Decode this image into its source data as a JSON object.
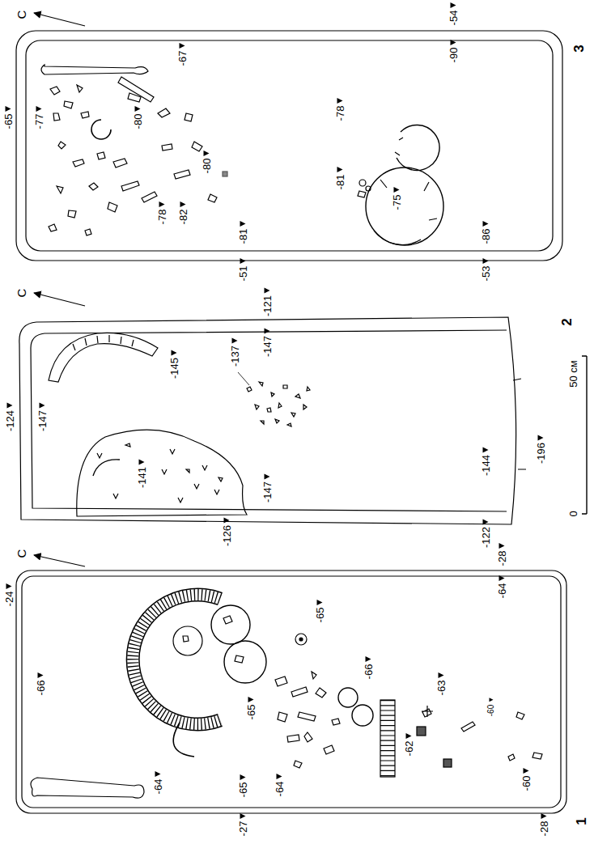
{
  "diagram": {
    "labels": [
      "С",
      "3",
      "-65",
      "-77",
      "-67",
      "-80",
      "-80",
      "-78",
      "-82",
      "-54",
      "-90",
      "-78",
      "-81",
      "-75",
      "-81",
      "-51",
      "-86",
      "-53",
      "С",
      "2",
      "-124",
      "-147",
      "-145",
      "-121",
      "-147",
      "-137",
      "-141",
      "-126",
      "-147",
      "-144",
      "-196",
      "-122",
      "50 см",
      "0",
      "С",
      "1",
      "-24",
      "-66",
      "-64",
      "-27",
      "-65",
      "-65",
      "-65",
      "-64",
      "-66",
      "-62",
      "-63",
      "-28",
      "-64",
      "-60",
      "-60",
      "-28"
    ]
  }
}
